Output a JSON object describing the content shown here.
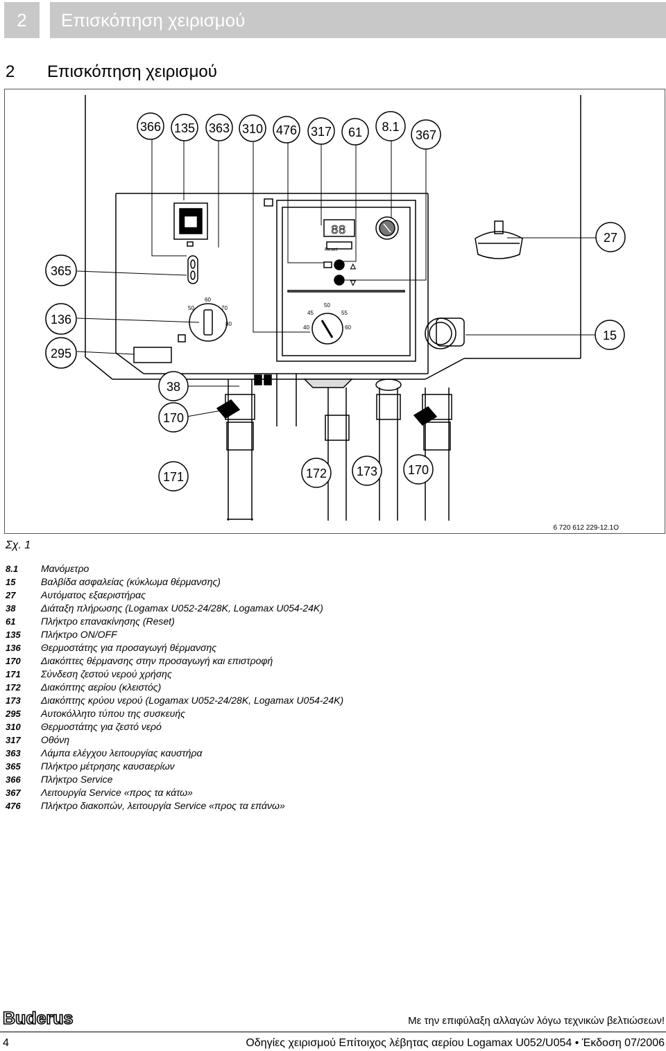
{
  "header": {
    "number": "2",
    "title": "Επισκόπηση χειρισμού"
  },
  "section": {
    "number": "2",
    "title": "Επισκόπηση χειρισμού"
  },
  "figure": {
    "code": "6 720 612 229-12.1O",
    "caption": "Σχ. 1",
    "callouts": {
      "c366": "366",
      "c135": "135",
      "c363": "363",
      "c310": "310",
      "c476": "476",
      "c317": "317",
      "c61": "61",
      "c81": "8.1",
      "c367": "367",
      "c27": "27",
      "c365": "365",
      "c136": "136",
      "c295": "295",
      "c15": "15",
      "c38": "38",
      "c170a": "170",
      "c171": "171",
      "c172": "172",
      "c173": "173",
      "c170b": "170"
    },
    "panel_text": {
      "reset": "Reset",
      "display": "88",
      "scale_left": [
        "60",
        "50",
        "70",
        "80"
      ],
      "scale_right": [
        "50",
        "45",
        "55",
        "40",
        "60"
      ]
    }
  },
  "legend": [
    {
      "num": "8.1",
      "text": "Μανόμετρο"
    },
    {
      "num": "15",
      "text": "Βαλβίδα ασφαλείας (κύκλωμα θέρμανσης)"
    },
    {
      "num": "27",
      "text": "Αυτόματος εξαεριστήρας"
    },
    {
      "num": "38",
      "text": "Διάταξη πλήρωσης (Logamax U052-24/28K, Logamax U054-24K)"
    },
    {
      "num": "61",
      "text": "Πλήκτρο επανακίνησης (Reset)"
    },
    {
      "num": "135",
      "text": "Πλήκτρο ON/OFF"
    },
    {
      "num": "136",
      "text": "Θερμοστάτης για προσαγωγή θέρμανσης"
    },
    {
      "num": "170",
      "text": "Διακόπτες θέρμανσης στην προσαγωγή και επιστροφή"
    },
    {
      "num": "171",
      "text": "Σύνδεση ζεστού νερού χρήσης"
    },
    {
      "num": "172",
      "text": "Διακόπτης αερίου (κλειστός)"
    },
    {
      "num": "173",
      "text": "Διακόπτης κρύου νερού (Logamax U052-24/28K, Logamax U054-24K)"
    },
    {
      "num": "295",
      "text": "Αυτοκόλλητο τύπου της συσκευής"
    },
    {
      "num": "310",
      "text": "Θερμοστάτης για ζεστό νερό"
    },
    {
      "num": "317",
      "text": "Οθόνη"
    },
    {
      "num": "363",
      "text": "Λάμπα ελέγχου λειτουργίας καυστήρα"
    },
    {
      "num": "365",
      "text": "Πλήκτρο μέτρησης καυσαερίων"
    },
    {
      "num": "366",
      "text": "Πλήκτρο Service"
    },
    {
      "num": "367",
      "text": "Λειτουργία Service «προς τα κάτω»"
    },
    {
      "num": "476",
      "text": "Πλήκτρο διακοπών, λειτουργία Service «προς τα επάνω»"
    }
  ],
  "footer": {
    "brand": "Buderus",
    "notice": "Με την επιφύλαξη αλλαγών λόγω τεχνικών βελτιώσεων!",
    "page": "4",
    "doc": "Οδηγίες χειρισμού Επίτοιχος λέβητας αερίου Logamax U052/U054 • Έκδοση 07/2006"
  }
}
